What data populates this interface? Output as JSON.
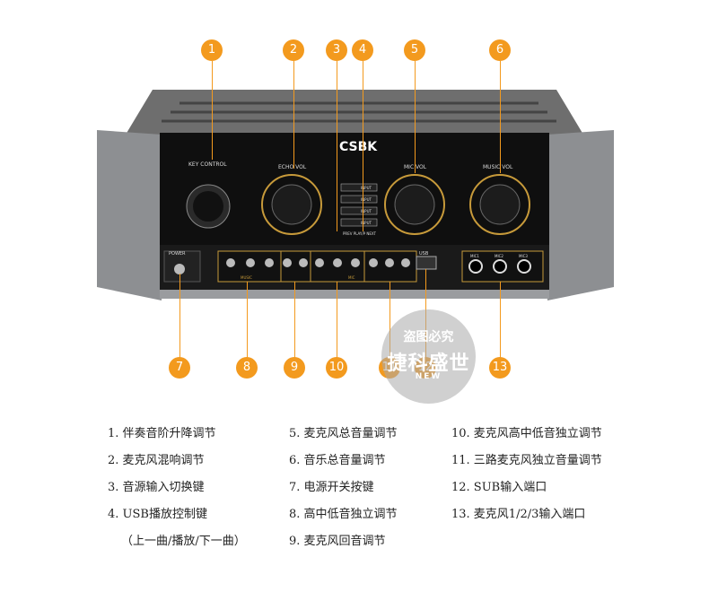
{
  "device": {
    "brand": "CSBK",
    "panel_labels": {
      "key_control": "KEY CONTROL",
      "echo_vol": "ECHO VOL",
      "mic_vol": "MIC VOL",
      "music_vol": "MUSIC VOL",
      "power": "POWER",
      "usb": "USB",
      "mic1": "MIC1",
      "mic2": "MIC2",
      "mic3": "MIC3",
      "music": "MUSIC",
      "mic": "MIC",
      "prev_play_next": "PREV PLAY/P NEXT"
    },
    "input_buttons": [
      "INPUT",
      "INPUT",
      "INPUT",
      "INPUT"
    ]
  },
  "callouts": [
    "1",
    "2",
    "3",
    "4",
    "5",
    "6",
    "7",
    "8",
    "9",
    "10",
    "11",
    "12",
    "13"
  ],
  "watermark": {
    "line1": "盗图必究",
    "line2": "捷科盛世",
    "line3": "NEW"
  },
  "legend": {
    "col1": [
      "1.  伴奏音阶升降调节",
      "2.  麦克风混响调节",
      "3.  音源输入切换键",
      "4.  USB播放控制键",
      "（上一曲/播放/下一曲）"
    ],
    "col2": [
      "5.  麦克风总音量调节",
      "6.  音乐总音量调节",
      "7.  电源开关按键",
      "8.  高中低音独立调节",
      "9.  麦克风回音调节"
    ],
    "col3": [
      "10.  麦克风高中低音独立调节",
      "11.  三路麦克风独立音量调节",
      "12.  SUB输入端口",
      "13.  麦克风1/2/3输入端口"
    ]
  }
}
